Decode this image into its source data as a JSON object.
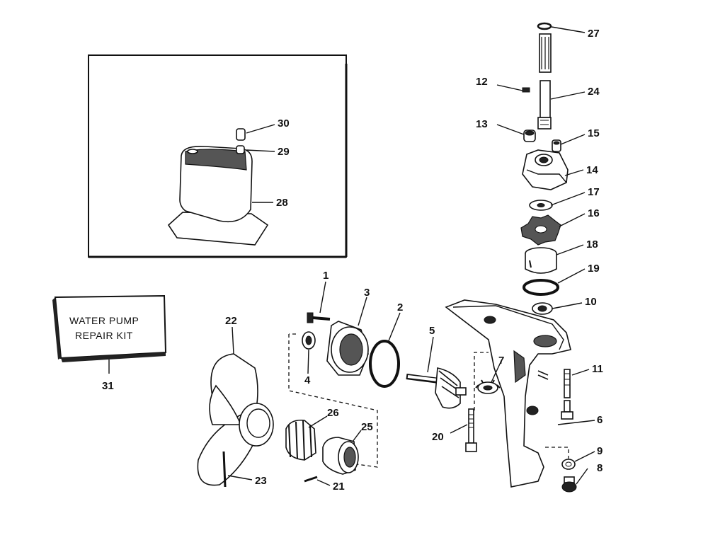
{
  "callouts": {
    "c1": "1",
    "c2": "2",
    "c3": "3",
    "c4": "4",
    "c5": "5",
    "c6": "6",
    "c7": "7",
    "c8": "8",
    "c9": "9",
    "c10": "10",
    "c11": "11",
    "c12": "12",
    "c13": "13",
    "c14": "14",
    "c15": "15",
    "c16": "16",
    "c17": "17",
    "c18": "18",
    "c19": "19",
    "c20": "20",
    "c21": "21",
    "c22": "22",
    "c23": "23",
    "c24": "24",
    "c25": "25",
    "c26": "26",
    "c27": "27",
    "c28": "28",
    "c29": "29",
    "c30": "30",
    "c31": "31"
  },
  "kit": {
    "line1": "WATER PUMP",
    "line2": "REPAIR KIT"
  }
}
